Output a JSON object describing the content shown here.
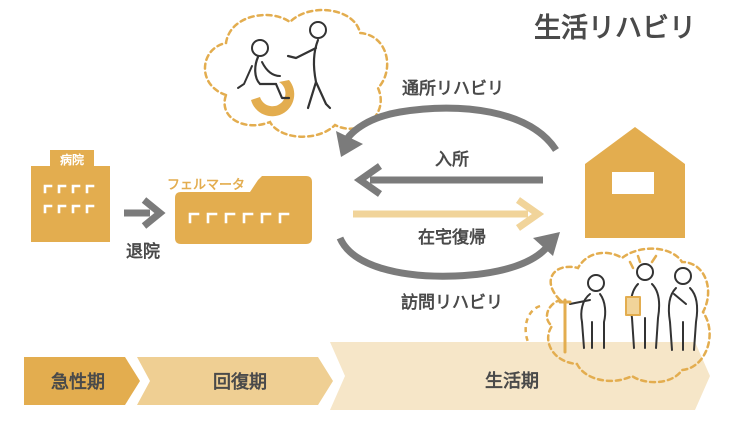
{
  "title": "生活リハビリ",
  "hospital": {
    "label": "病院"
  },
  "felmata": {
    "label": "フェルマータ"
  },
  "flows": {
    "discharge": "退院",
    "outpatient_rehab": "通所リハビリ",
    "admission": "入所",
    "return_home": "在宅復帰",
    "home_visit_rehab": "訪問リハビリ"
  },
  "phases": [
    {
      "label": "急性期"
    },
    {
      "label": "回復期"
    },
    {
      "label": "生活期"
    }
  ],
  "colors": {
    "gold": "#E3AD4F",
    "gold_light": "#F1D49A",
    "phase_1": "#E3AD4F",
    "phase_2": "#EFCF93",
    "phase_3": "#F6E6C8",
    "gray": "#7B7B7B",
    "text": "#4A4A4A",
    "white": "#FFFFFF"
  },
  "icons": {
    "hospital": "hospital-building-icon",
    "facility": "felmata-facility-icon",
    "home": "house-icon",
    "wheelchair": "wheelchair-user-icon",
    "caregiver": "caregiver-icon",
    "staff": "home-visit-staff-icon"
  }
}
